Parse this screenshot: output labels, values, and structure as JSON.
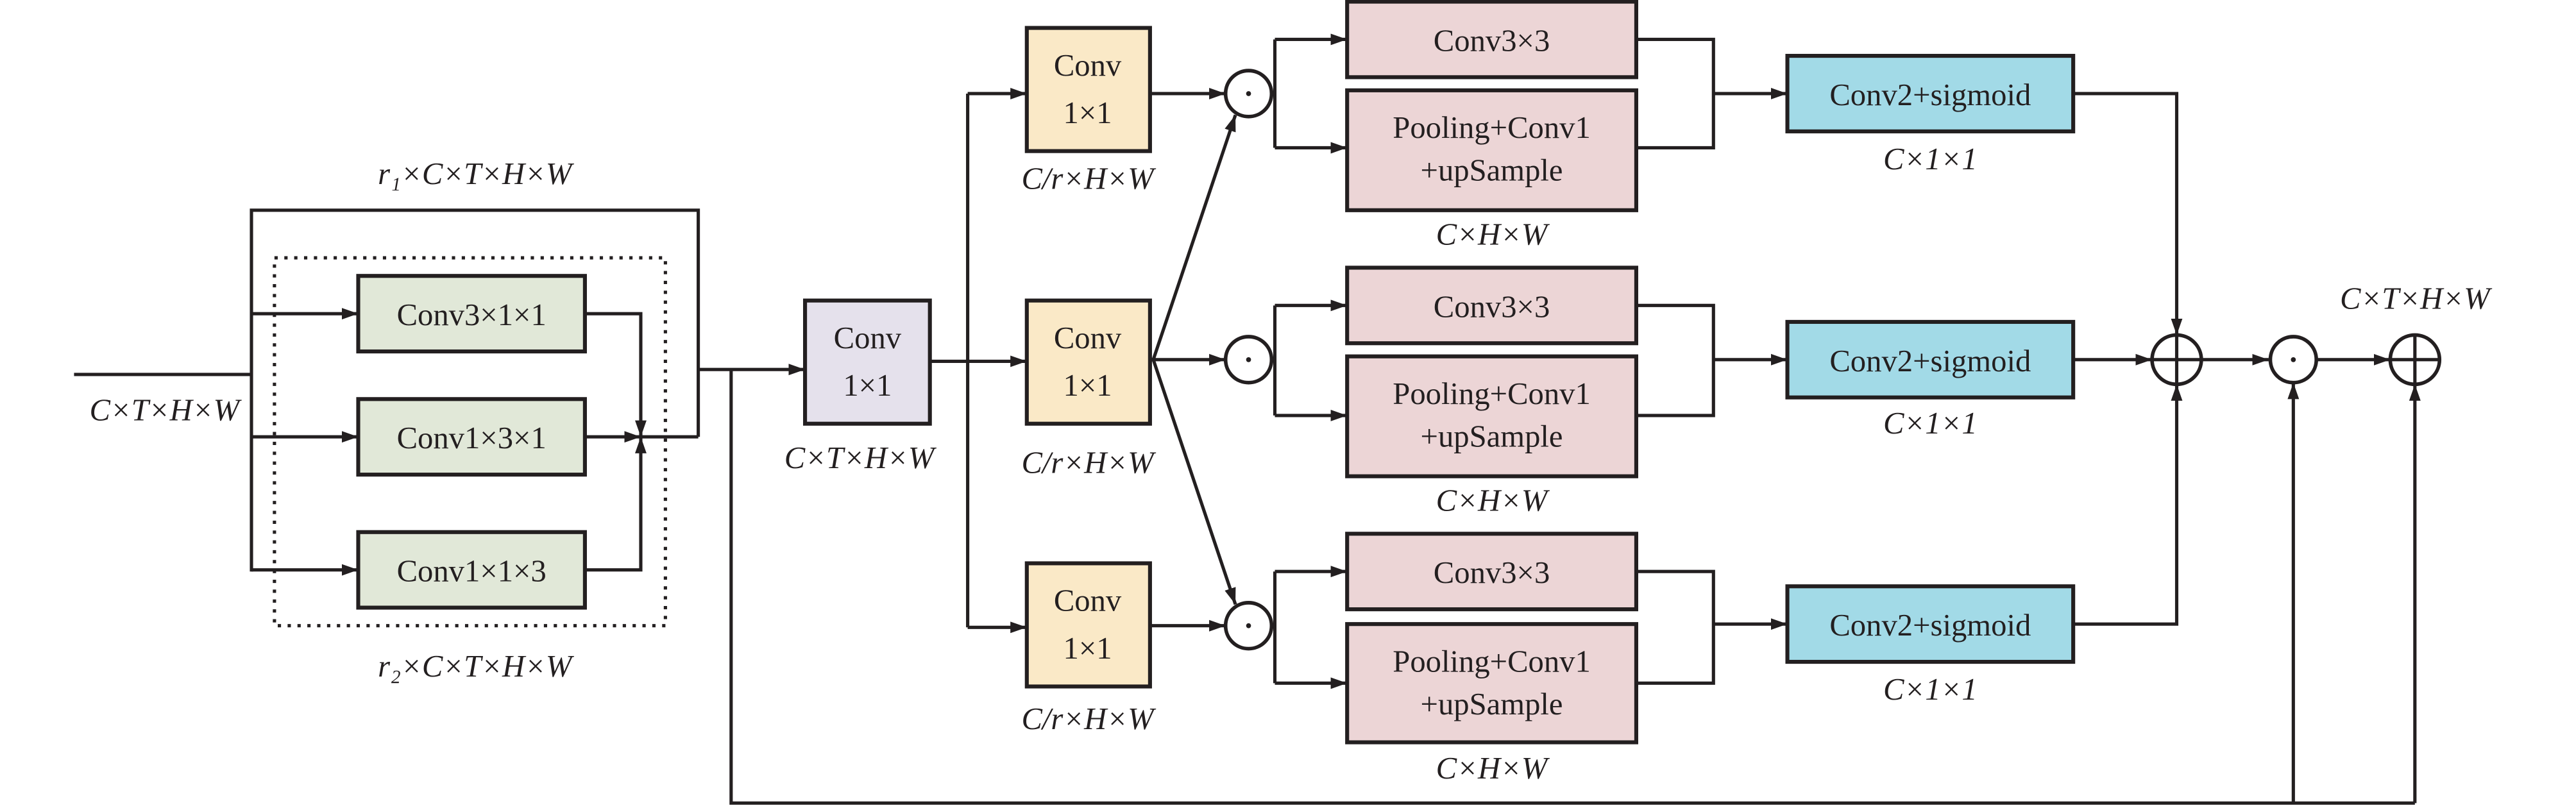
{
  "colors": {
    "green": "#e1e8d8",
    "purple": "#e5e1ec",
    "yellow": "#fae9c7",
    "pink": "#ecd5d6",
    "blue": "#a2dae7",
    "line": "#231f20"
  },
  "input": {
    "label": "C×T×H×W"
  },
  "multiscale": {
    "top_label": "r₁×C×T×H×W",
    "bottom_label": "r₂×C×T×H×W",
    "convs": [
      "Conv3×1×1",
      "Conv1×3×1",
      "Conv1×1×3"
    ]
  },
  "reduce": {
    "line1": "Conv",
    "line2": "1×1",
    "label": "C×T×H×W"
  },
  "branches": [
    {
      "conv_line1": "Conv",
      "conv_line2": "1×1",
      "conv_label": "C/r×H×W",
      "op": "⊙",
      "conv3": "Conv3×3",
      "pool_line1": "Pooling+Conv1",
      "pool_line2": "+upSample",
      "pink_label": "C×H×W",
      "sig": "Conv2+sigmoid",
      "sig_label": "C×1×1"
    },
    {
      "conv_line1": "Conv",
      "conv_line2": "1×1",
      "conv_label": "C/r×H×W",
      "op": "⊙",
      "conv3": "Conv3×3",
      "pool_line1": "Pooling+Conv1",
      "pool_line2": "+upSample",
      "pink_label": "C×H×W",
      "sig": "Conv2+sigmoid",
      "sig_label": "C×1×1"
    },
    {
      "conv_line1": "Conv",
      "conv_line2": "1×1",
      "conv_label": "C/r×H×W",
      "op": "⊙",
      "conv3": "Conv3×3",
      "pool_line1": "Pooling+Conv1",
      "pool_line2": "+upSample",
      "pink_label": "C×H×W",
      "sig": "Conv2+sigmoid",
      "sig_label": "C×1×1"
    }
  ],
  "output": {
    "label": "C×T×H×W",
    "ops": [
      "⊕",
      "⊙",
      "⊕"
    ]
  }
}
